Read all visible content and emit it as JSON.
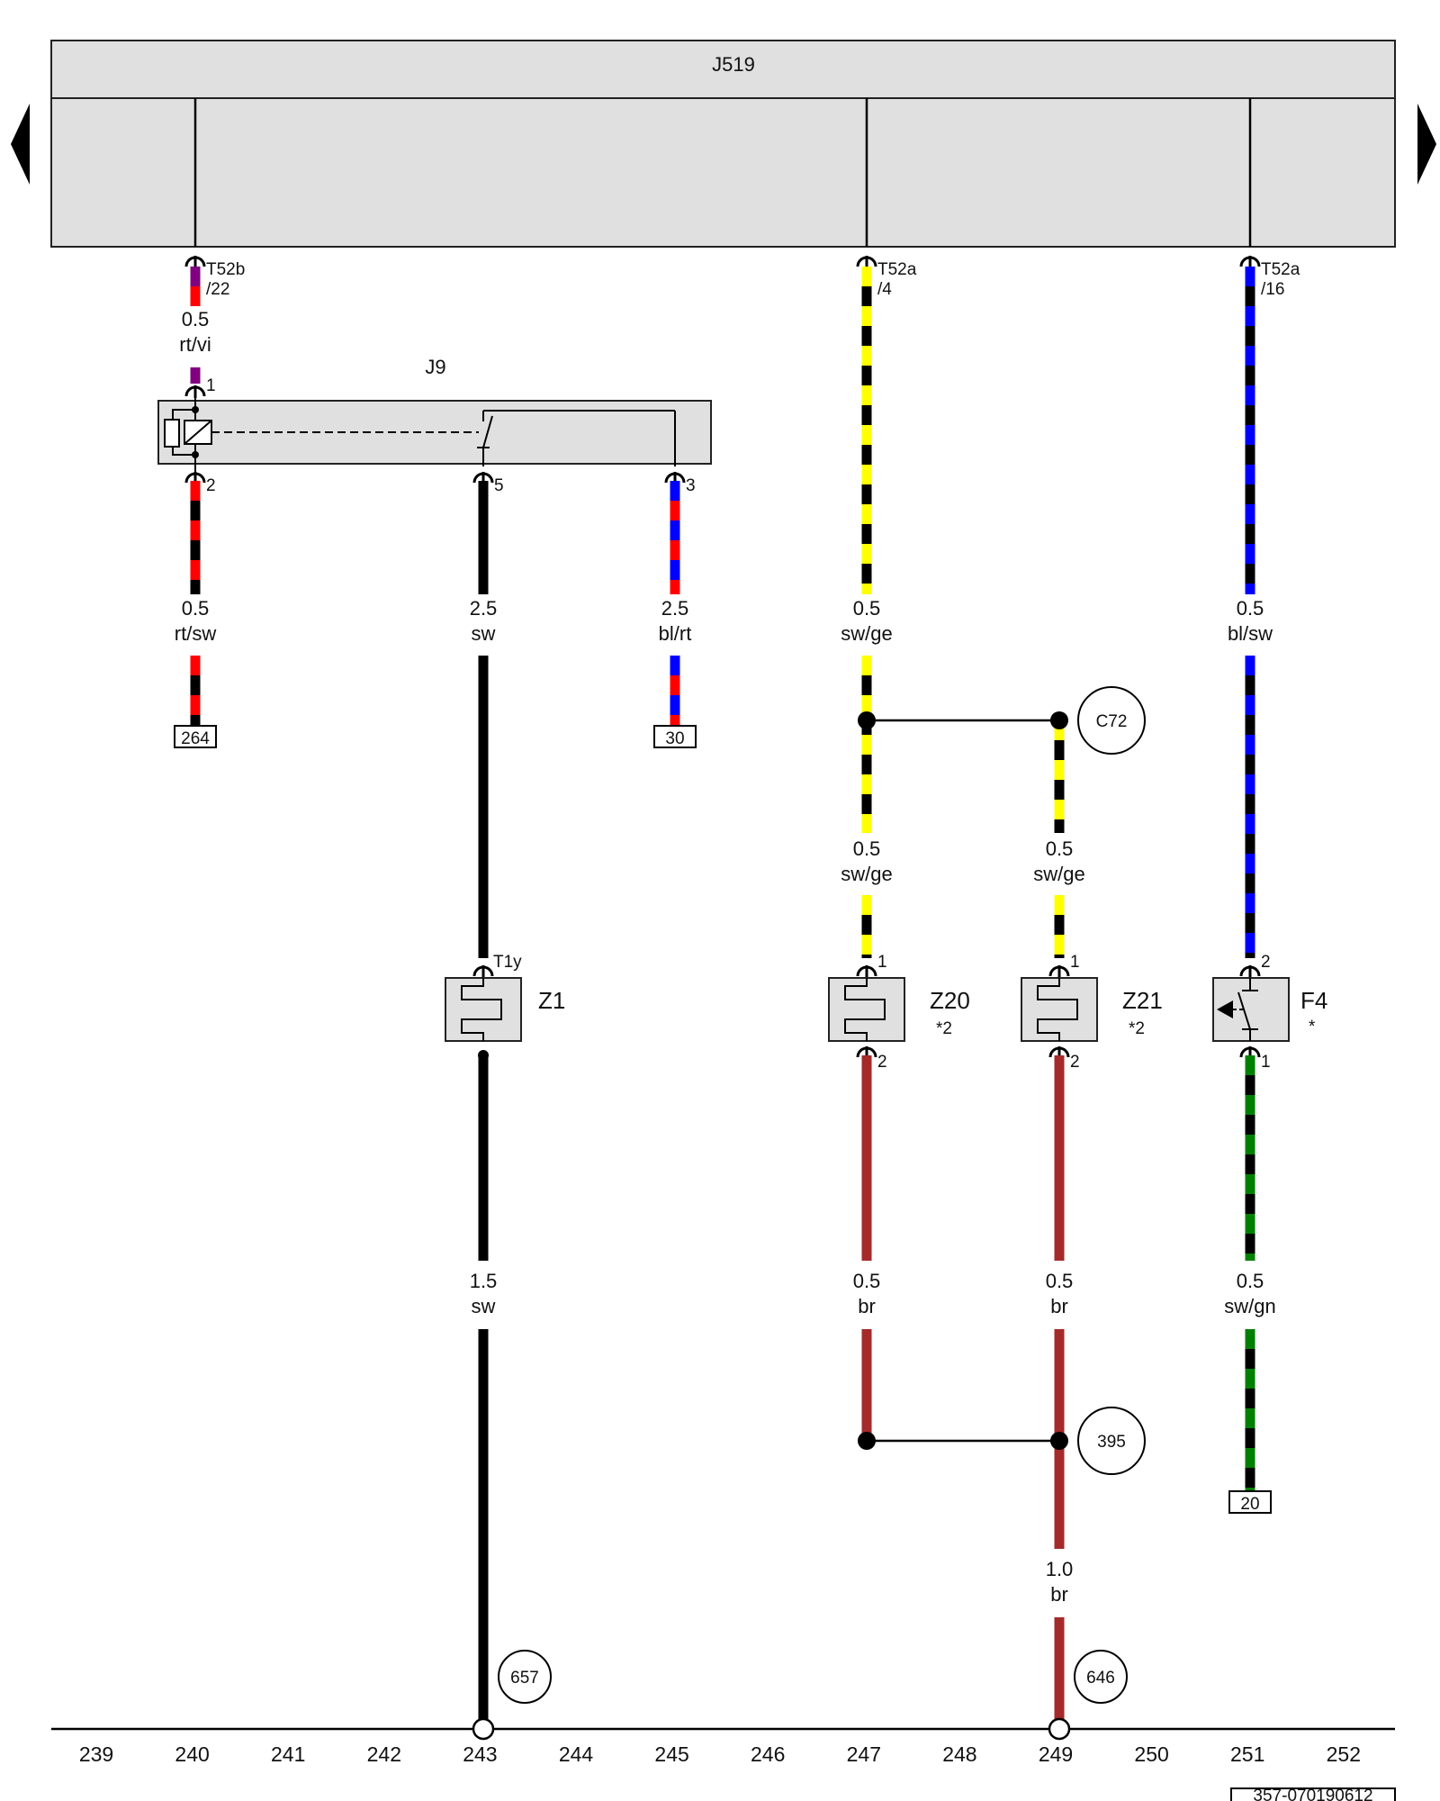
{
  "control_unit": {
    "name": "J519"
  },
  "relay": {
    "name": "J9",
    "pins": {
      "coil_top": "1",
      "coil_bottom": "2",
      "load": "5",
      "supply": "3"
    }
  },
  "connectors": {
    "t52b_22": {
      "top": "T52b",
      "bottom": "/22"
    },
    "t52a_4": {
      "top": "T52a",
      "bottom": "/4"
    },
    "t52a_16": {
      "top": "T52a",
      "bottom": "/16"
    },
    "t1y": {
      "name": "T1y"
    }
  },
  "wires": {
    "w240_top": {
      "gauge": "0.5",
      "color": "rt/vi"
    },
    "w240_bottom": {
      "gauge": "0.5",
      "color": "rt/sw"
    },
    "w243_top": {
      "gauge": "2.5",
      "color": "sw"
    },
    "w243_bottom": {
      "gauge": "1.5",
      "color": "sw"
    },
    "w245": {
      "gauge": "2.5",
      "color": "bl/rt"
    },
    "w247_top": {
      "gauge": "0.5",
      "color": "sw/ge"
    },
    "w247_mid": {
      "gauge": "0.5",
      "color": "sw/ge"
    },
    "w247_bottom": {
      "gauge": "0.5",
      "color": "br"
    },
    "w249_mid": {
      "gauge": "0.5",
      "color": "sw/ge"
    },
    "w249_bottom": {
      "gauge": "0.5",
      "color": "br"
    },
    "w249_ground": {
      "gauge": "1.0",
      "color": "br"
    },
    "w251_top": {
      "gauge": "0.5",
      "color": "bl/sw"
    },
    "w251_bottom": {
      "gauge": "0.5",
      "color": "sw/gn"
    }
  },
  "components": {
    "z1": {
      "name": "Z1",
      "pin_top": "",
      "pin_bottom": ""
    },
    "z20": {
      "name": "Z20",
      "note": "*2",
      "pin_top": "1",
      "pin_bottom": "2"
    },
    "z21": {
      "name": "Z21",
      "note": "*2",
      "pin_top": "1",
      "pin_bottom": "2"
    },
    "f4": {
      "name": "F4",
      "note": "*",
      "pin_top": "2",
      "pin_bottom": "1"
    }
  },
  "references": {
    "r264": "264",
    "r30": "30",
    "r20": "20"
  },
  "nodes": {
    "c72": "C72",
    "n395": "395",
    "n657": "657",
    "n646": "646"
  },
  "grid": {
    "columns": [
      "239",
      "240",
      "241",
      "242",
      "243",
      "244",
      "245",
      "246",
      "247",
      "248",
      "249",
      "250",
      "251",
      "252"
    ]
  },
  "footer": {
    "diagram_id": "357-070190612"
  },
  "colors": {
    "background": "#ffffff",
    "panel": "#e0e0e0",
    "line": "#000000",
    "rt": "#ff0000",
    "vi": "#800080",
    "sw": "#000000",
    "ge": "#ffff00",
    "bl": "#0000ff",
    "gn": "#008000",
    "br": "#a52a2a"
  }
}
